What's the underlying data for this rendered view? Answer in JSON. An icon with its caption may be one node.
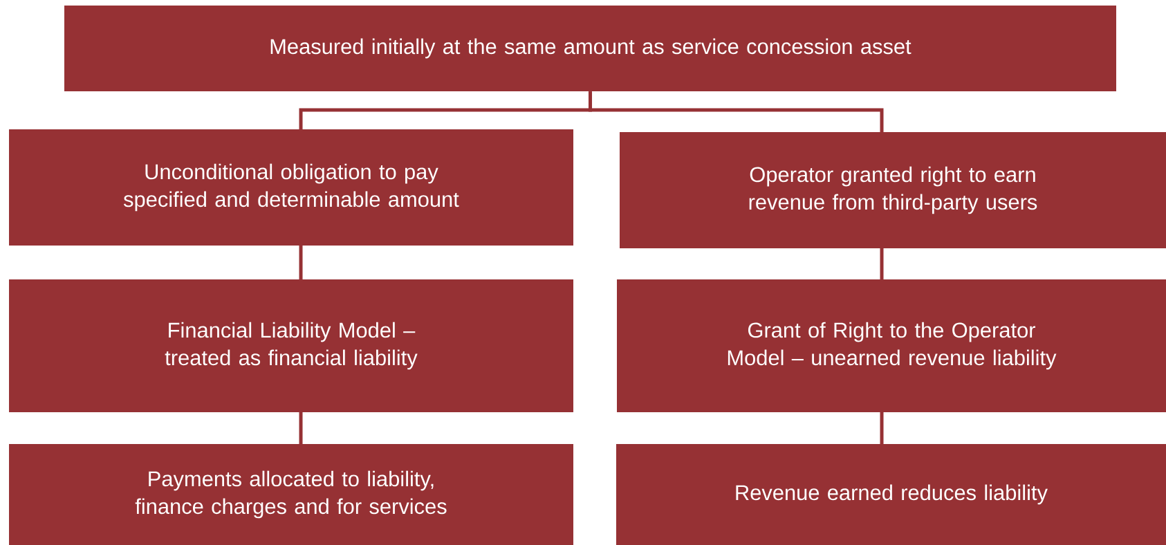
{
  "diagram": {
    "nodes": [
      {
        "text": [
          "Measured initially at the same amount as service concession asset"
        ]
      },
      {
        "text": [
          "Unconditional obligation to pay specified and determinable amount"
        ]
      },
      {
        "text": [
          "Operator granted right to earn revenue from third-party users"
        ]
      },
      {
        "text": [
          "Financial Liability Model – treated as financial liability"
        ]
      },
      {
        "text": [
          "Grant of Right to the Operator Model – unearned revenue liability"
        ]
      },
      {
        "text": [
          "Payments allocated to liability, finance charges and for services"
        ]
      },
      {
        "text": [
          "Revenue earned reduces liability"
        ]
      }
    ],
    "edges": [
      {
        "from": 0,
        "to": 1,
        "arrow": "none"
      },
      {
        "from": 0,
        "to": 2,
        "arrow": "none"
      },
      {
        "from": 1,
        "to": 3,
        "arrow": "none"
      },
      {
        "from": 3,
        "to": 5,
        "arrow": "none"
      },
      {
        "from": 2,
        "to": 4,
        "arrow": "none"
      },
      {
        "from": 4,
        "to": 6,
        "arrow": "none"
      }
    ]
  }
}
